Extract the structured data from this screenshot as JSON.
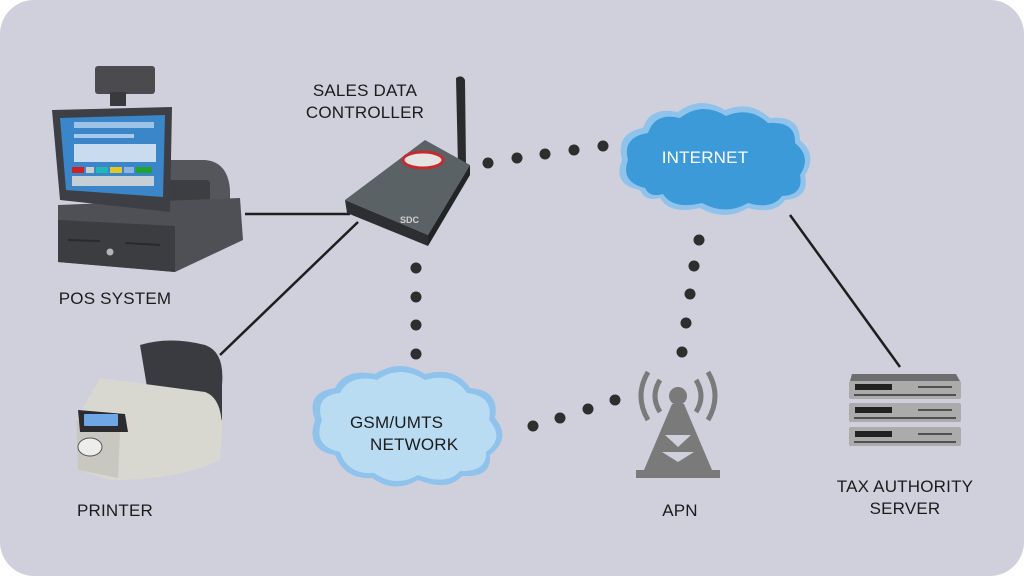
{
  "diagram": {
    "title": "",
    "nodes": {
      "pos_system": {
        "label": "POS SYSTEM"
      },
      "printer": {
        "label": "PRINTER"
      },
      "sdc": {
        "label_line1": "SALES DATA",
        "label_line2": "CONTROLLER",
        "device_text": "SDC"
      },
      "internet": {
        "label": "INTERNET"
      },
      "gsm": {
        "label_line1": "GSM/UMTS",
        "label_line2": "NETWORK"
      },
      "apn": {
        "label": "APN"
      },
      "tax_server": {
        "label_line1": "TAX AUTHORITY",
        "label_line2": "SERVER"
      }
    },
    "connections": [
      {
        "from": "POS SYSTEM",
        "to": "SALES DATA CONTROLLER",
        "style": "solid"
      },
      {
        "from": "PRINTER",
        "to": "SALES DATA CONTROLLER",
        "style": "solid"
      },
      {
        "from": "SALES DATA CONTROLLER",
        "to": "INTERNET",
        "style": "dotted"
      },
      {
        "from": "SALES DATA CONTROLLER",
        "to": "GSM/UMTS NETWORK",
        "style": "dotted"
      },
      {
        "from": "GSM/UMTS NETWORK",
        "to": "APN",
        "style": "dotted"
      },
      {
        "from": "APN",
        "to": "INTERNET",
        "style": "dotted"
      },
      {
        "from": "INTERNET",
        "to": "TAX AUTHORITY SERVER",
        "style": "solid"
      }
    ],
    "colors": {
      "background": "#cfd0dc",
      "internet_cloud": "#3d9ad9",
      "gsm_cloud": "#b9dcf3",
      "lines": "#1e1e1e",
      "tower": "#7a7a7a",
      "server": "#a9a9a9"
    }
  }
}
